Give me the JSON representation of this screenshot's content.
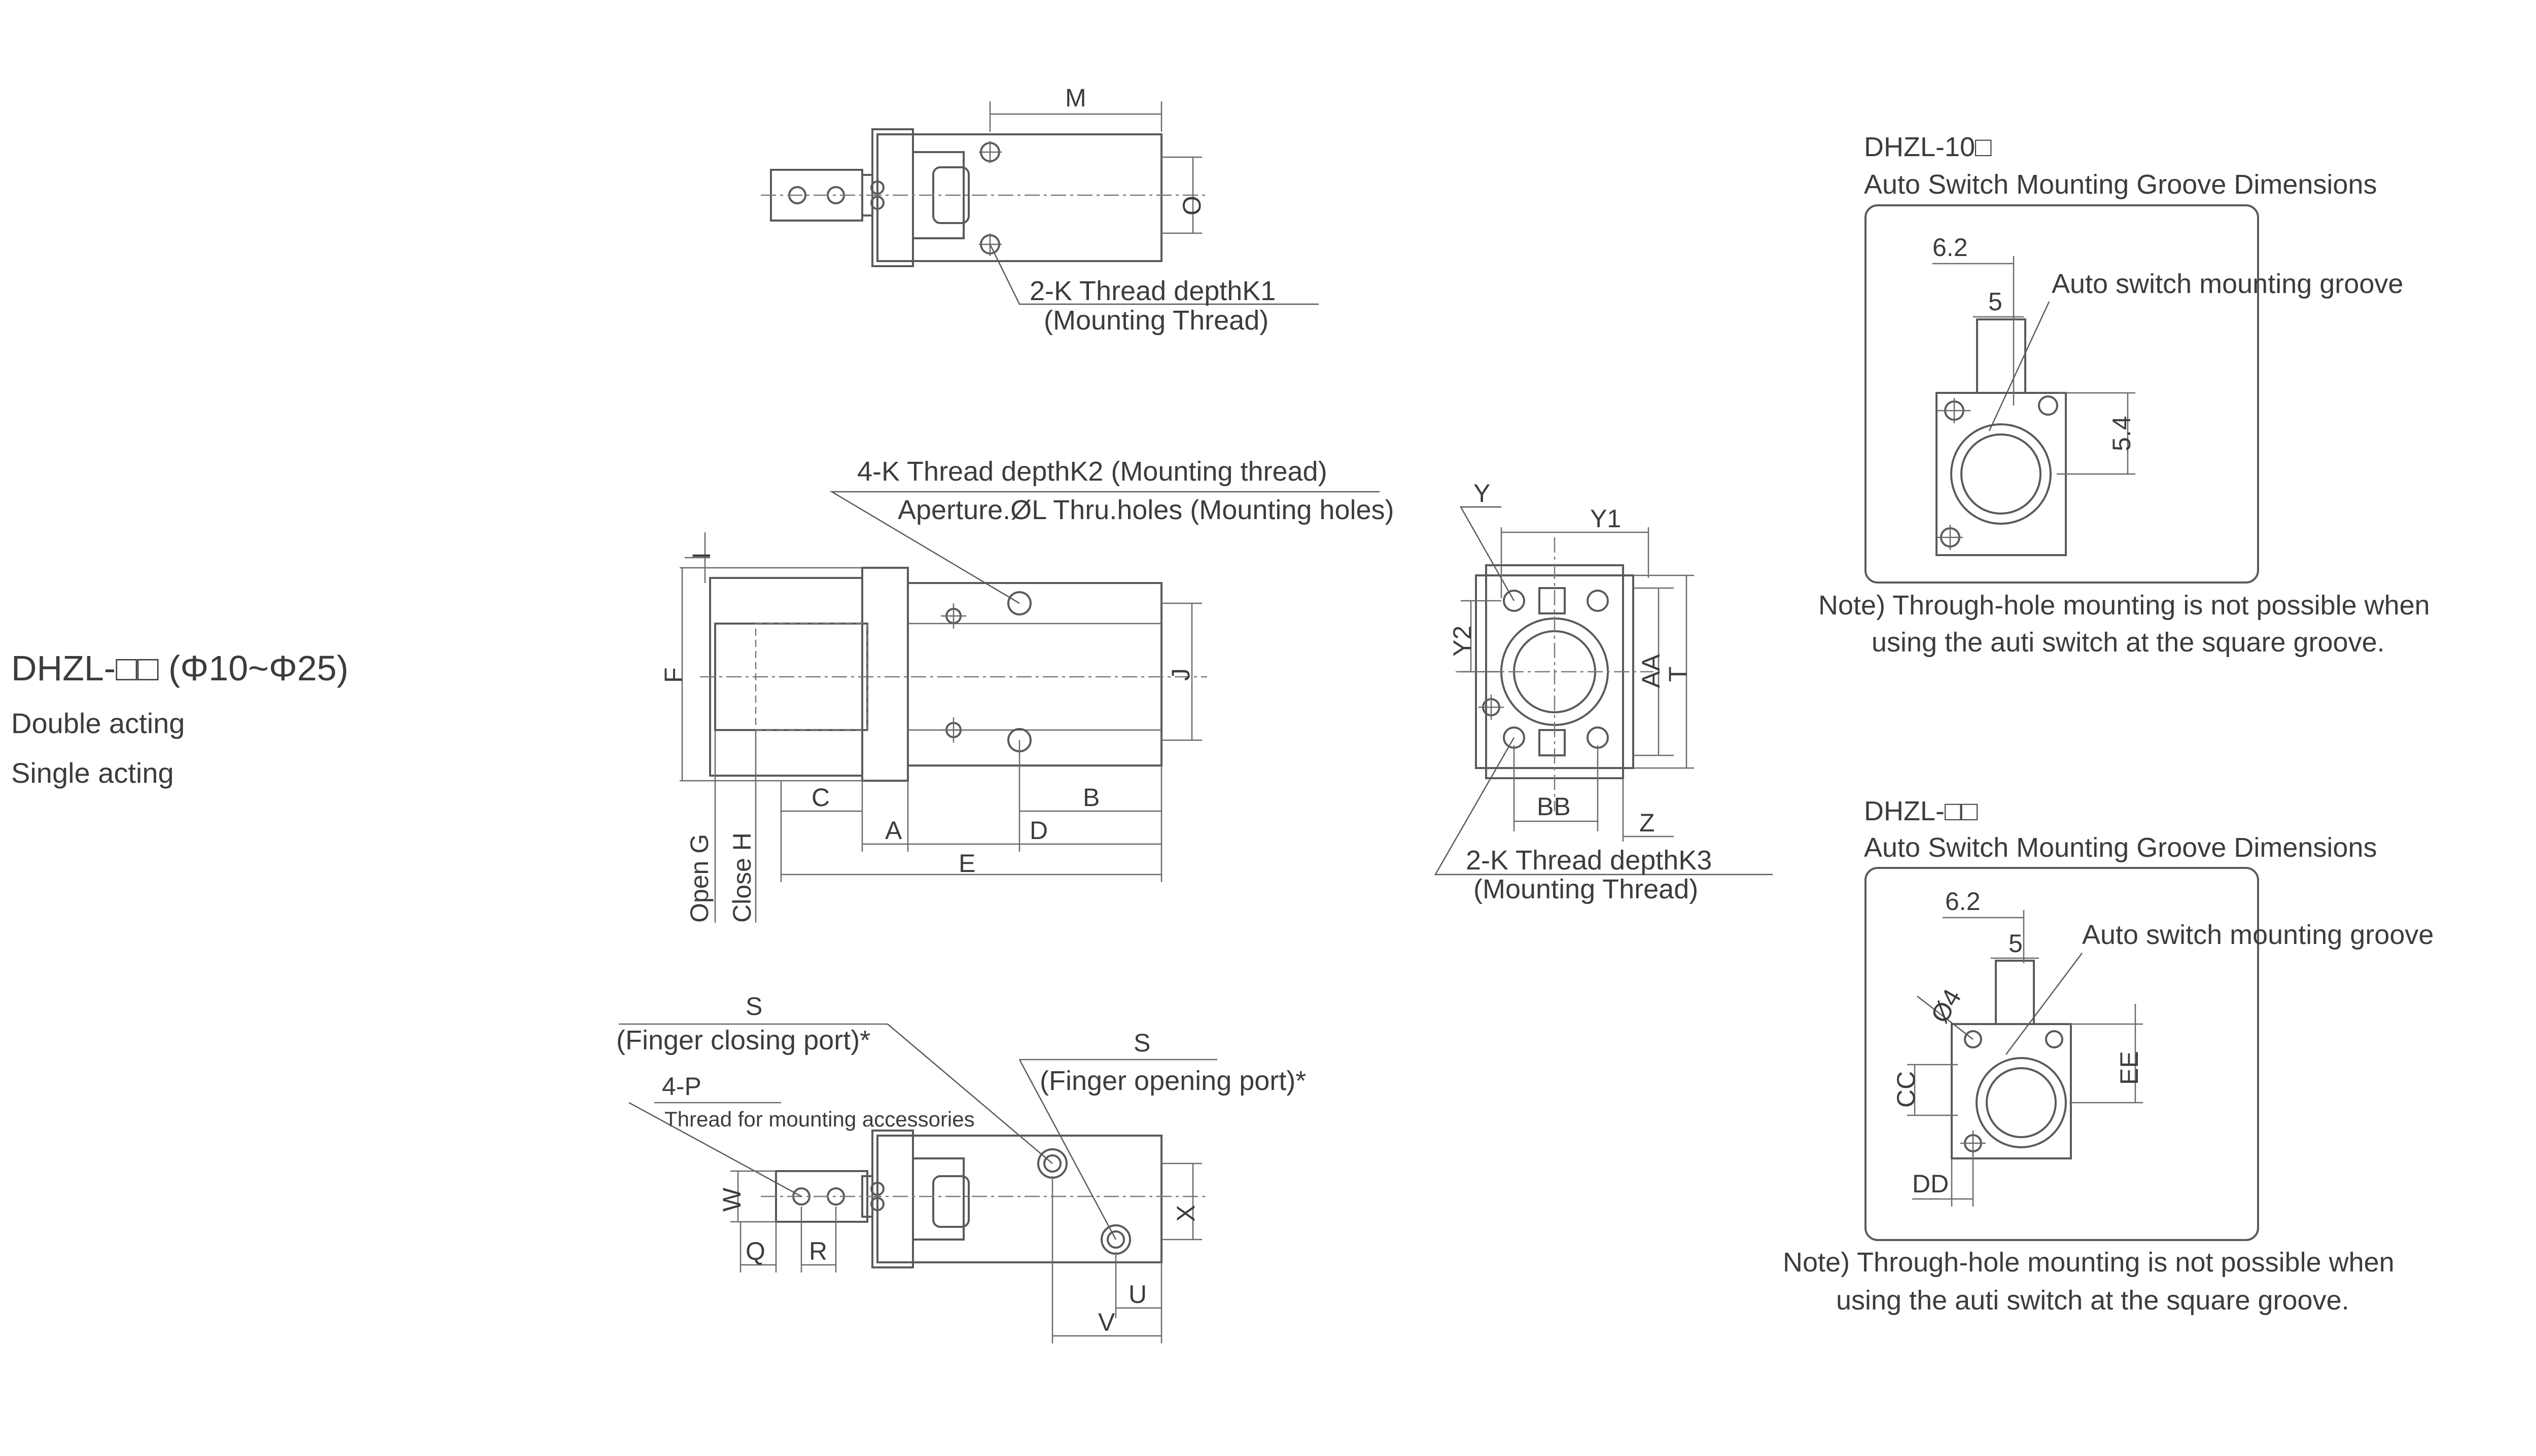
{
  "model": {
    "title": "DHZL-□□ (Φ10~Φ25)",
    "type_1": "Double acting",
    "type_2": "Single acting"
  },
  "top_view": {
    "dim_m": "M",
    "dim_o": "O",
    "thread_label_1": "2-K Thread depthK1",
    "thread_label_2": "(Mounting Thread)"
  },
  "front_view": {
    "thread_label_1": "4-K Thread depthK2 (Mounting thread)",
    "thread_label_2": "Aperture.ØL Thru.holes (Mounting holes)",
    "dim_i": "I",
    "dim_f": "F",
    "dim_j": "J",
    "dim_c": "C",
    "dim_b": "B",
    "dim_a": "A",
    "dim_d": "D",
    "dim_e": "E",
    "open_label": "Open G",
    "close_label": "Close H"
  },
  "end_view": {
    "dim_y": "Y",
    "dim_y1": "Y1",
    "dim_y2": "Y2",
    "dim_aa": "AA",
    "dim_t": "T",
    "dim_bb": "BB",
    "dim_z": "Z",
    "thread_label_1": "2-K Thread depthK3",
    "thread_label_2": "(Mounting Thread)"
  },
  "bottom_view": {
    "port_s_1": "S",
    "closing_port": "(Finger closing port)*",
    "dim_4p": "4-P",
    "accessory_thread": "Thread for mounting accessories",
    "port_s_2": "S",
    "opening_port": "(Finger opening port)*",
    "dim_w": "W",
    "dim_q": "Q",
    "dim_r": "R",
    "dim_x": "X",
    "dim_u": "U",
    "dim_v": "V"
  },
  "groove_10": {
    "title": "DHZL-10□",
    "subtitle": "Auto Switch Mounting Groove Dimensions",
    "dim_62": "6.2",
    "dim_5": "5",
    "dim_54": "5.4",
    "groove_label": "Auto switch mounting groove",
    "note_1": "Note) Through-hole mounting is not possible when",
    "note_2": "using the auti switch at the square groove."
  },
  "groove_xx": {
    "title": "DHZL-□□",
    "subtitle": "Auto Switch Mounting Groove Dimensions",
    "dim_62": "6.2",
    "dim_5": "5",
    "dim_d4": "Ø4",
    "dim_cc": "CC",
    "dim_ee": "EE",
    "dim_dd": "DD",
    "groove_label": "Auto switch mounting groove",
    "note_1": "Note) Through-hole mounting is not possible when",
    "note_2": "using the auti switch at the square groove."
  }
}
